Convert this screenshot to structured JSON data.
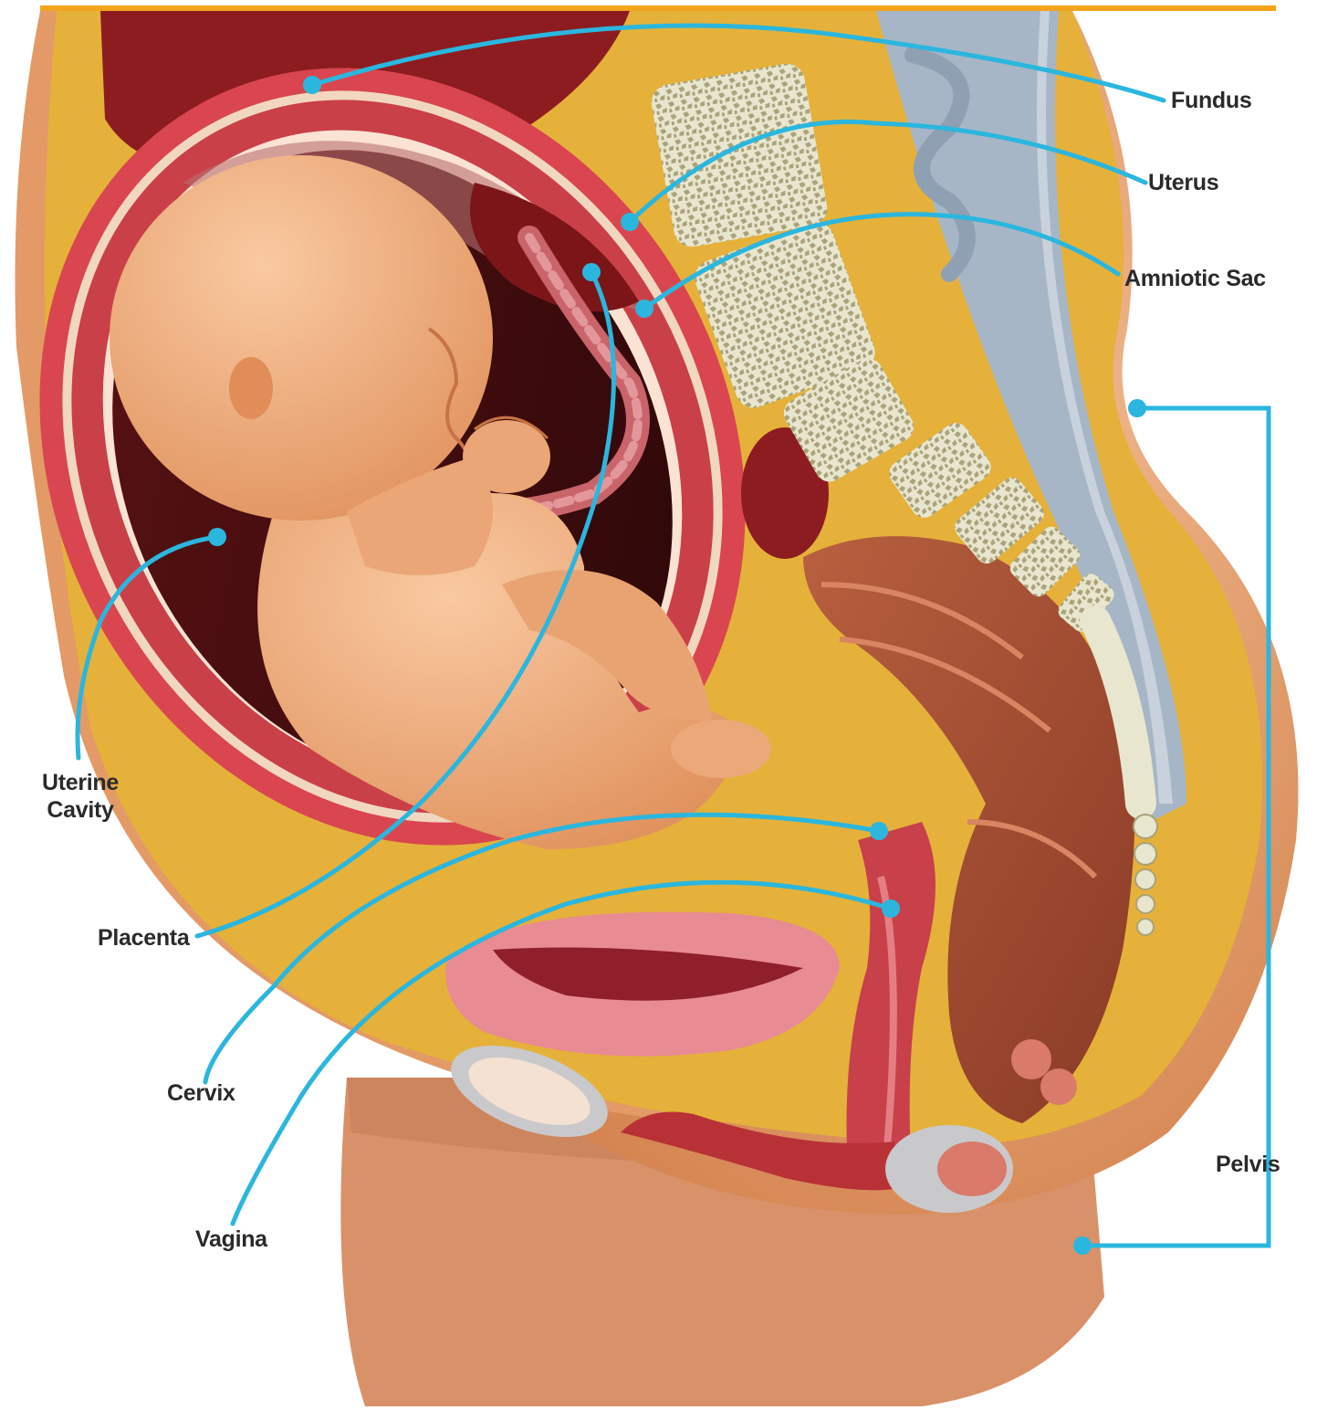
{
  "colors": {
    "top_rule": "#f2a41c",
    "leader": "#2bb6de",
    "skin": "#d98c5a",
    "skin_light": "#f0b487",
    "fat": "#e5b13a",
    "uterus_wall": "#d9464f",
    "cavity": "#8c1c20",
    "bone": "#cfcaa8",
    "label_text": "#2a2a2a"
  },
  "labels": {
    "fundus": "Fundus",
    "uterus": "Uterus",
    "amniotic_sac": "Amniotic Sac",
    "pelvis": "Pelvis",
    "uterine_cavity": "Uterine\nCavity",
    "placenta": "Placenta",
    "cervix": "Cervix",
    "vagina": "Vagina"
  }
}
